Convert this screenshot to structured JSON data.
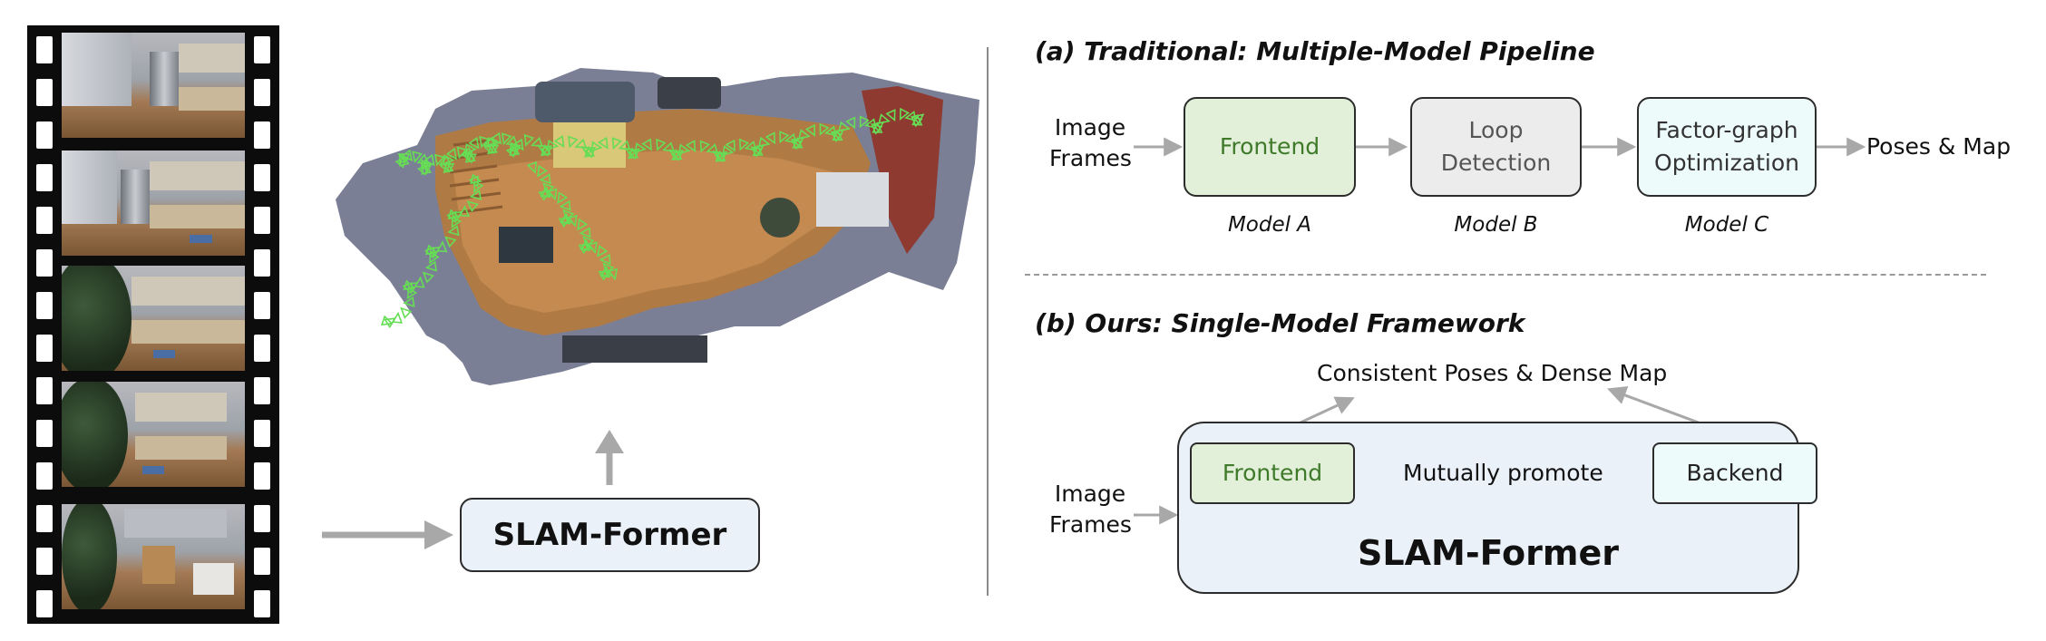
{
  "left": {
    "model_label": "SLAM-Former"
  },
  "traditional": {
    "title": "(a) Traditional: Multiple-Model Pipeline",
    "input_line1": "Image",
    "input_line2": "Frames",
    "frontend": "Frontend",
    "loop_line1": "Loop",
    "loop_line2": "Detection",
    "factor_line1": "Factor-graph",
    "factor_line2": "Optimization",
    "output": "Poses & Map",
    "model_a": "Model A",
    "model_b": "Model B",
    "model_c": "Model C"
  },
  "ours": {
    "title": "(b) Ours: Single-Model Framework",
    "output": "Consistent Poses & Dense Map",
    "input_line1": "Image",
    "input_line2": "Frames",
    "frontend": "Frontend",
    "backend": "Backend",
    "mutual": "Mutually promote",
    "framework_name": "SLAM-Former"
  },
  "colors": {
    "frontend_fill": "#e2efd9",
    "frontend_text": "#3f7a2a",
    "loop_fill": "#ececec",
    "loop_text": "#555555",
    "factor_fill": "#eefbfb",
    "factor_text": "#333333",
    "backend_fill": "#eefbfb",
    "framework_fill": "#eaf1f9",
    "arrow_gray": "#a8a8a8",
    "trajectory": "#66dd55"
  }
}
